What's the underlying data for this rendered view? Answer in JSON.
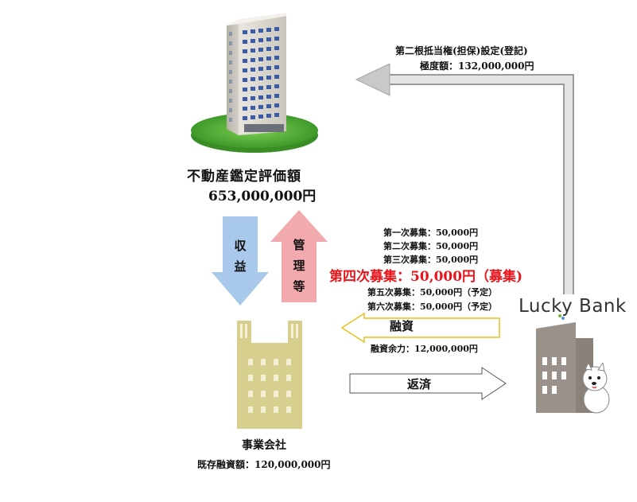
{
  "property": {
    "title": "不動産鑑定評価額",
    "value": "653,000,000円"
  },
  "flows": {
    "income": "収益",
    "management": "管理等",
    "loan": "融資",
    "repay": "返済"
  },
  "mortgage": {
    "line1": "第二根抵当権(担保)設定(登記)",
    "line2": "極度額：132,000,000円"
  },
  "rounds": [
    {
      "label": "第一次募集：50,000円"
    },
    {
      "label": "第二次募集：50,000円"
    },
    {
      "label": "第三次募集：50,000円"
    },
    {
      "label": "第四次募集：50,000円（募集)"
    },
    {
      "label": "第五次募集：50,000円（予定）"
    },
    {
      "label": "第六次募集：50,000円（予定）"
    }
  ],
  "loan_capacity": "融資余力：12,000,000円",
  "company": {
    "name": "事業会社",
    "existing_loan": "既存融資額：120,000,000円"
  },
  "lender": {
    "logo_text": "Lucky Bank"
  },
  "colors": {
    "highlight": "#e8161c",
    "income_arrow": "#a9c9ea",
    "management_arrow": "#f3aaae",
    "company_building": "#d7cf8e",
    "bank_building": "#9a918b",
    "mortgage_arrow": "#cfcfcf",
    "loan_arrow_border": "#e8c020"
  }
}
